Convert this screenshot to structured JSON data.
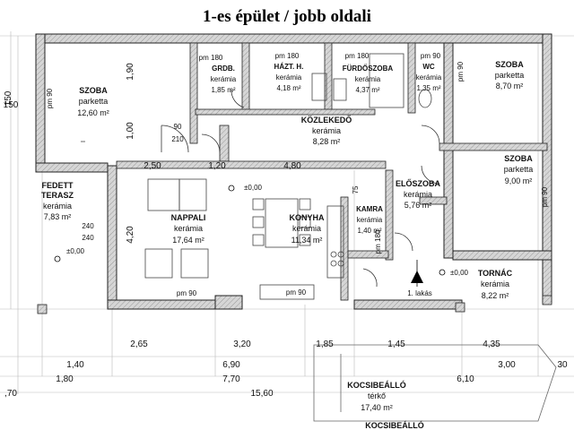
{
  "title": "1-es épület / jobb oldali",
  "rooms": {
    "szoba1": {
      "name": "SZOBA",
      "floor": "parketta",
      "area": "12,60 m²"
    },
    "grdb": {
      "name": "GRDB.",
      "floor": "kerámia",
      "area": "1,85 m²"
    },
    "hazt": {
      "name": "HÁZT. H.",
      "floor": "kerámia",
      "area": "4,18 m²"
    },
    "furdo": {
      "name": "FÜRDŐSZOBA",
      "floor": "kerámia",
      "area": "4,37 m²"
    },
    "wc": {
      "name": "WC",
      "floor": "kerámia",
      "area": "1,35 m²"
    },
    "szoba2": {
      "name": "SZOBA",
      "floor": "parketta",
      "area": "8,70 m²"
    },
    "kozl": {
      "name": "KÖZLEKEDŐ",
      "floor": "kerámia",
      "area": "8,28 m²"
    },
    "szoba3": {
      "name": "SZOBA",
      "floor": "parketta",
      "area": "9,00 m²"
    },
    "terasz": {
      "name1": "FEDETT",
      "name2": "TERASZ",
      "floor": "kerámia",
      "area": "7,83 m²"
    },
    "nappali": {
      "name": "NAPPALI",
      "floor": "kerámia",
      "area": "17,64 m²"
    },
    "konyha": {
      "name": "KONYHA",
      "floor": "kerámia",
      "area": "11,34 m²"
    },
    "kamra": {
      "name": "KAMRA",
      "floor": "kerámia",
      "area": "1,40 m²"
    },
    "eloszoba": {
      "name": "ELŐSZOBA",
      "floor": "kerámia",
      "area": "5,76 m²"
    },
    "tornac": {
      "name": "TORNÁC",
      "floor": "kerámia",
      "area": "8,22 m²"
    },
    "kocsi": {
      "name": "KOCSIBEÁLLÓ",
      "floor": "térkő",
      "area": "17,40 m²"
    },
    "kocsi2": {
      "name": "KOCSIBEÁLLÓ"
    }
  },
  "labels": {
    "pm180": "pm 180",
    "pm90": "pm 90",
    "pm180b": "pm 180",
    "pm180c": "pm 180",
    "pm90b": "pm 90",
    "pm90c": "pm 90",
    "pm90d": "pm 90",
    "pm90e": "pm 90",
    "pm180k": "pm 180",
    "pm90f": "pm 90",
    "lakas": "1. lakás",
    "lvl1": "±0,00",
    "lvl2": "±0,00",
    "lvl3": "±0,00"
  },
  "dims": {
    "d250": "2,50",
    "d120": "1,20",
    "d480": "4,80",
    "bot1": "2,65",
    "bot2": "3,20",
    "bot3": "1,85",
    "bot4": "1,45",
    "bot5": "4,35",
    "r2a": "1,40",
    "r2b": "6,90",
    "r2c": "3,00",
    "r2d": "30",
    "r3a": "1,80",
    "r3b": "7,70",
    "r3c": "6,10",
    "r4a": ",70",
    "r4b": "15,60",
    "l150a": "150",
    "l150b": "150",
    "l190": "1,90",
    "l100": "1,00",
    "l420": "4,20",
    "n240a": "240",
    "n240b": "240",
    "n90a": "90",
    "n210a": "210",
    "n75": "75"
  }
}
